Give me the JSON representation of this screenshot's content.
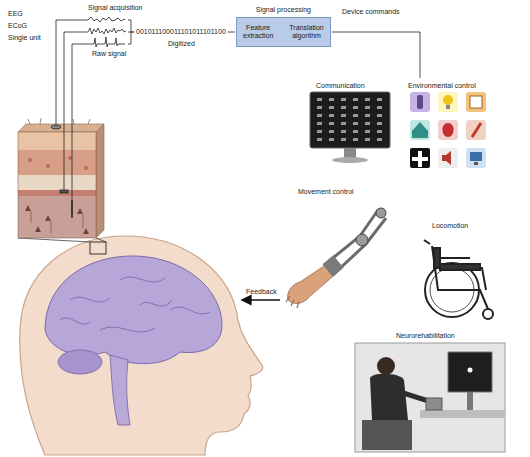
{
  "diagram": {
    "nodes": [
      {
        "text": [
          "Signal processing"
        ]
      },
      {
        "text": [
          "Feature extraction"
        ],
        "in": 0
      },
      {
        "text": [
          "Translation algorithm"
        ],
        "in": 0
      },
      {
        "text": [
          "Communication"
        ]
      },
      {
        "text": [
          "Environmental control"
        ]
      },
      {
        "text": [
          "Movement control"
        ]
      },
      {
        "text": [
          "Locomotion"
        ]
      },
      {
        "text": [
          "Neurorehabilitation"
        ]
      }
    ],
    "edges": [
      {
        "from": 1,
        "to": 2,
        "arrow": "to"
      }
    ],
    "labels": [
      "Signal acquisition",
      "EEG",
      "ECoG",
      "Single unit",
      "Raw signal",
      "001011100011101011101100",
      "Digitized",
      "Device commands",
      "Feedback"
    ]
  }
}
